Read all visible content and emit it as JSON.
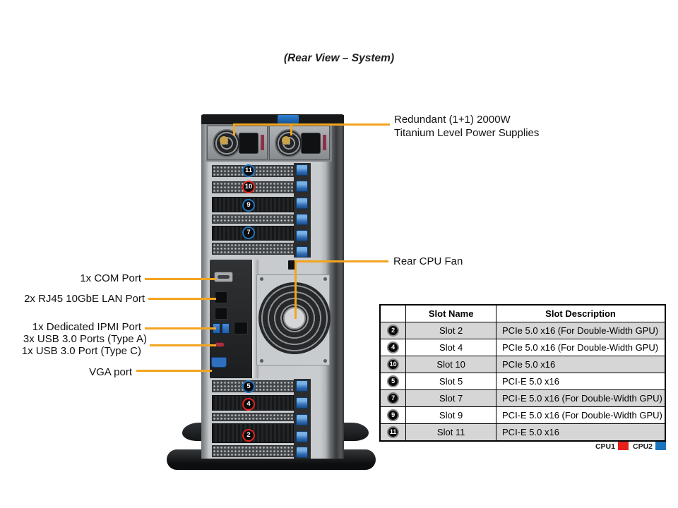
{
  "page": {
    "title": "(Rear View – System)"
  },
  "callouts": {
    "left": [
      {
        "label": "1x COM Port"
      },
      {
        "label": "2x RJ45 10GbE LAN Port"
      },
      {
        "label": "1x Dedicated IPMI Port"
      },
      {
        "label": "3x USB 3.0 Ports (Type A)"
      },
      {
        "label": "1x USB 3.0 Port (Type C)"
      },
      {
        "label": "VGA port"
      }
    ],
    "right": {
      "psu_line1": "Redundant (1+1) 2000W",
      "psu_line2": "Titanium Level Power Supplies",
      "fan": "Rear CPU Fan"
    }
  },
  "tower": {
    "badges": [
      {
        "num": "11",
        "cpu": "CPU2"
      },
      {
        "num": "10",
        "cpu": "CPU1"
      },
      {
        "num": "9",
        "cpu": "CPU2"
      },
      {
        "num": "7",
        "cpu": "CPU2"
      },
      {
        "num": "5",
        "cpu": "CPU2"
      },
      {
        "num": "4",
        "cpu": "CPU1"
      },
      {
        "num": "2",
        "cpu": "CPU1"
      }
    ]
  },
  "slot_table": {
    "headers": {
      "badge": "",
      "name": "Slot Name",
      "description": "Slot Description"
    },
    "rows": [
      {
        "num": "2",
        "cpu": "CPU1",
        "name": "Slot 2",
        "description": "PCIe 5.0 x16 (For Double-Width GPU)"
      },
      {
        "num": "4",
        "cpu": "CPU1",
        "name": "Slot 4",
        "description": "PCIe 5.0 x16 (For Double-Width GPU)"
      },
      {
        "num": "10",
        "cpu": "CPU1",
        "name": "Slot 10",
        "description": "PCIe 5.0 x16"
      },
      {
        "num": "5",
        "cpu": "CPU2",
        "name": "Slot 5",
        "description": "PCI-E 5.0 x16"
      },
      {
        "num": "7",
        "cpu": "CPU2",
        "name": "Slot 7",
        "description": "PCI-E 5.0 x16 (For Double-Width GPU)"
      },
      {
        "num": "9",
        "cpu": "CPU2",
        "name": "Slot 9",
        "description": "PCI-E 5.0 x16 (For Double-Width GPU)"
      },
      {
        "num": "11",
        "cpu": "CPU2",
        "name": "Slot 11",
        "description": "PCI-E 5.0 x16"
      }
    ]
  },
  "legend": {
    "cpu1": {
      "label": "CPU1",
      "color": "#E8211C"
    },
    "cpu2": {
      "label": "CPU2",
      "color": "#1B75BC"
    }
  },
  "colors": {
    "callout_line": "#F2A41F",
    "cpu1_ring": "#E8211C",
    "cpu2_ring": "#1E73BE"
  }
}
